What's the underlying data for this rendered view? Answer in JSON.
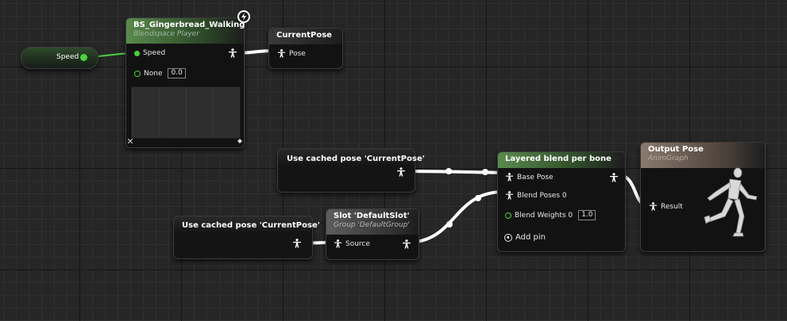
{
  "speed_variable": {
    "label": "Speed"
  },
  "blendspace_node": {
    "title": "BS_Gingerbread_Walking",
    "subtitle": "Blendspace Player",
    "pins": {
      "speed_label": "Speed",
      "none_label": "None",
      "none_value": "0.0"
    }
  },
  "current_pose_node": {
    "title": "CurrentPose",
    "pin_label": "Pose"
  },
  "cached_pose_top": {
    "title": "Use cached pose 'CurrentPose'"
  },
  "cached_pose_bottom": {
    "title": "Use cached pose 'CurrentPose'"
  },
  "slot_node": {
    "title": "Slot 'DefaultSlot'",
    "subtitle": "Group 'DefaultGroup'",
    "pin_label": "Source"
  },
  "layered_blend_node": {
    "title": "Layered blend per bone",
    "pins": {
      "base_pose": "Base Pose",
      "blend_poses": "Blend Poses 0",
      "blend_weights": "Blend Weights 0",
      "blend_weights_value": "1.0",
      "add_pin": "Add pin"
    }
  },
  "output_pose_node": {
    "title": "Output Pose",
    "subtitle": "AnimGraph",
    "pin_label": "Result"
  },
  "icons": {
    "pose_pin": "pose-pin-icon",
    "float_pin": "float-pin-icon",
    "lightning": "lightning-icon",
    "mannequin": "mannequin-icon"
  },
  "colors": {
    "float_pin": "#4ad23a",
    "pose_wire": "#ffffff",
    "anim_header": "#5a8a4e",
    "output_header": "#8a7a6e"
  }
}
